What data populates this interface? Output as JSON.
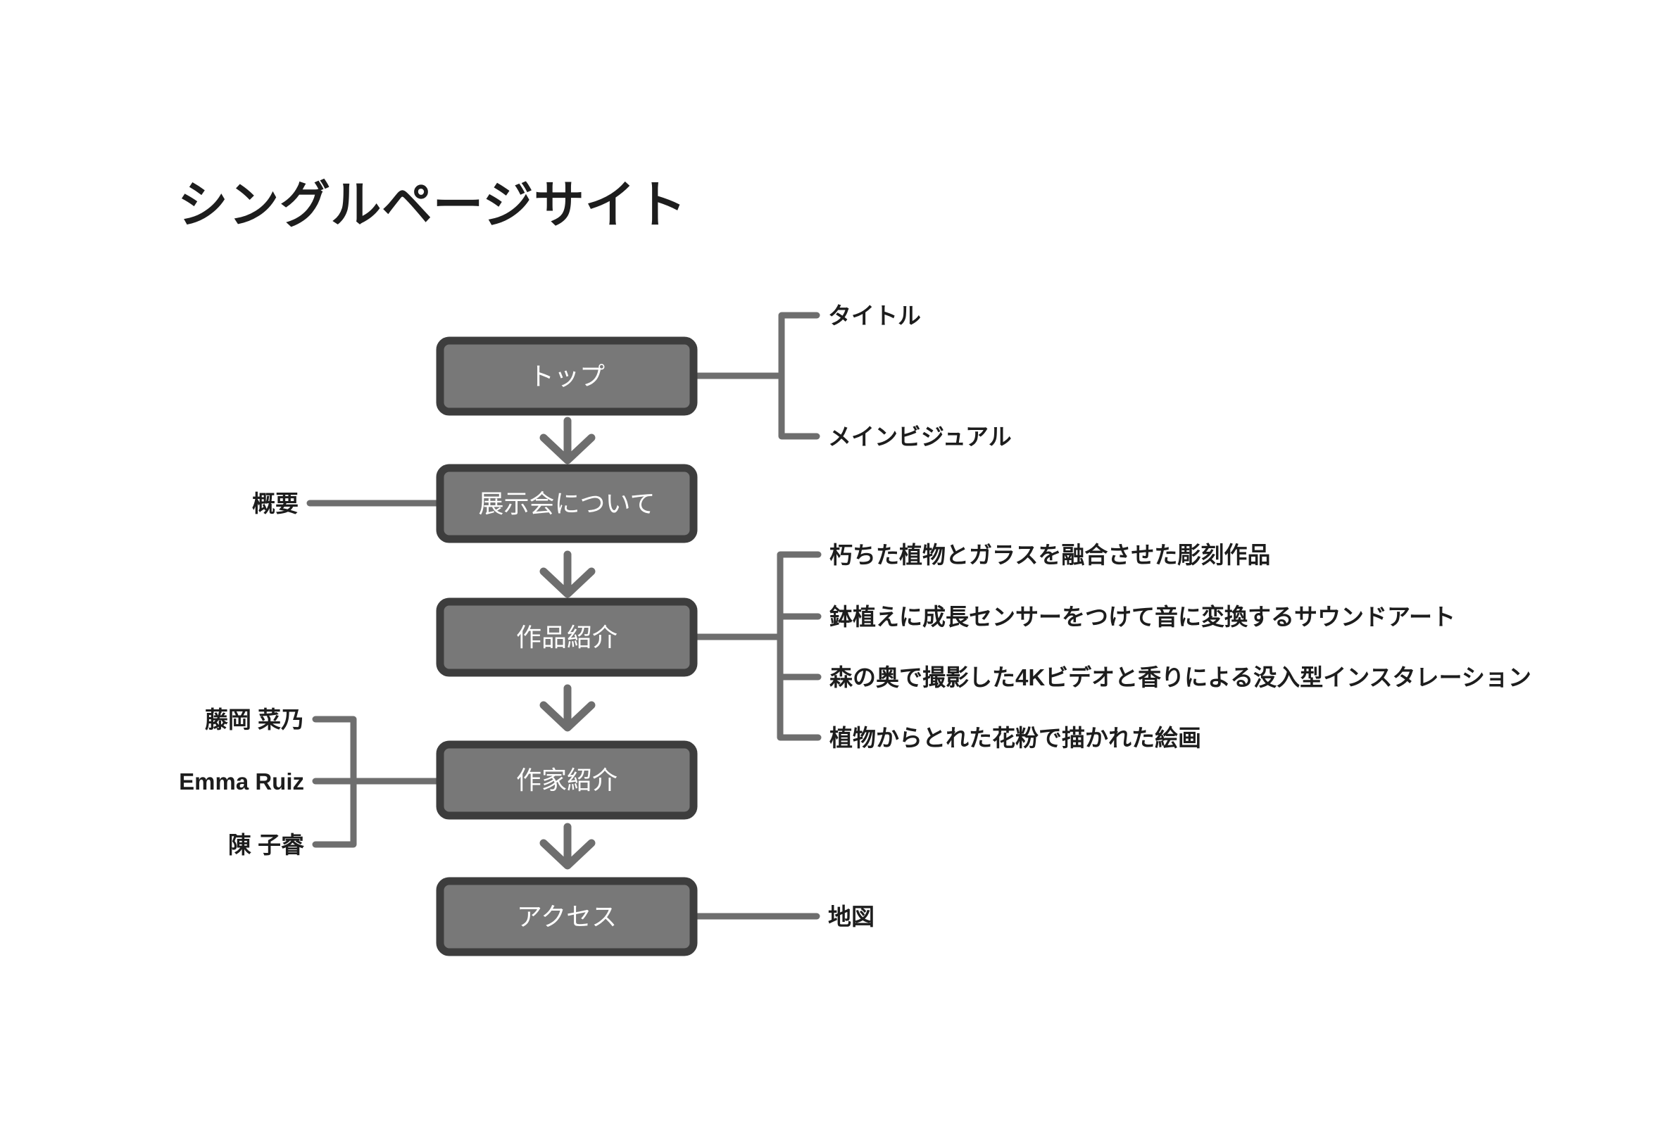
{
  "diagram": {
    "title": "シングルページサイト",
    "type": "flowchart",
    "theme": {
      "background": "#ffffff",
      "box_fill": "#787878",
      "box_border": "#3d3d3d",
      "box_text": "#ffffff",
      "connector": "#6e6e6e",
      "label_text": "#1d1d1d"
    },
    "nodes": [
      {
        "id": "top",
        "label": "トップ"
      },
      {
        "id": "about",
        "label": "展示会について"
      },
      {
        "id": "works",
        "label": "作品紹介"
      },
      {
        "id": "artists",
        "label": "作家紹介"
      },
      {
        "id": "access",
        "label": "アクセス"
      }
    ],
    "flow_order": [
      "トップ",
      "展示会について",
      "作品紹介",
      "作家紹介",
      "アクセス"
    ],
    "annotations": [
      {
        "node": "トップ",
        "side": "right",
        "items": [
          "タイトル",
          "メインビジュアル"
        ]
      },
      {
        "node": "展示会について",
        "side": "left",
        "items": [
          "概要"
        ]
      },
      {
        "node": "作品紹介",
        "side": "right",
        "items": [
          "朽ちた植物とガラスを融合させた彫刻作品",
          "鉢植えに成長センサーをつけて音に変換するサウンドアート",
          "森の奥で撮影した4Kビデオと香りによる没入型インスタレーション",
          "植物からとれた花粉で描かれた絵画"
        ]
      },
      {
        "node": "作家紹介",
        "side": "left",
        "items": [
          "藤岡 菜乃",
          "Emma Ruiz",
          "陳 子睿"
        ]
      },
      {
        "node": "アクセス",
        "side": "right",
        "items": [
          "地図"
        ]
      }
    ]
  }
}
